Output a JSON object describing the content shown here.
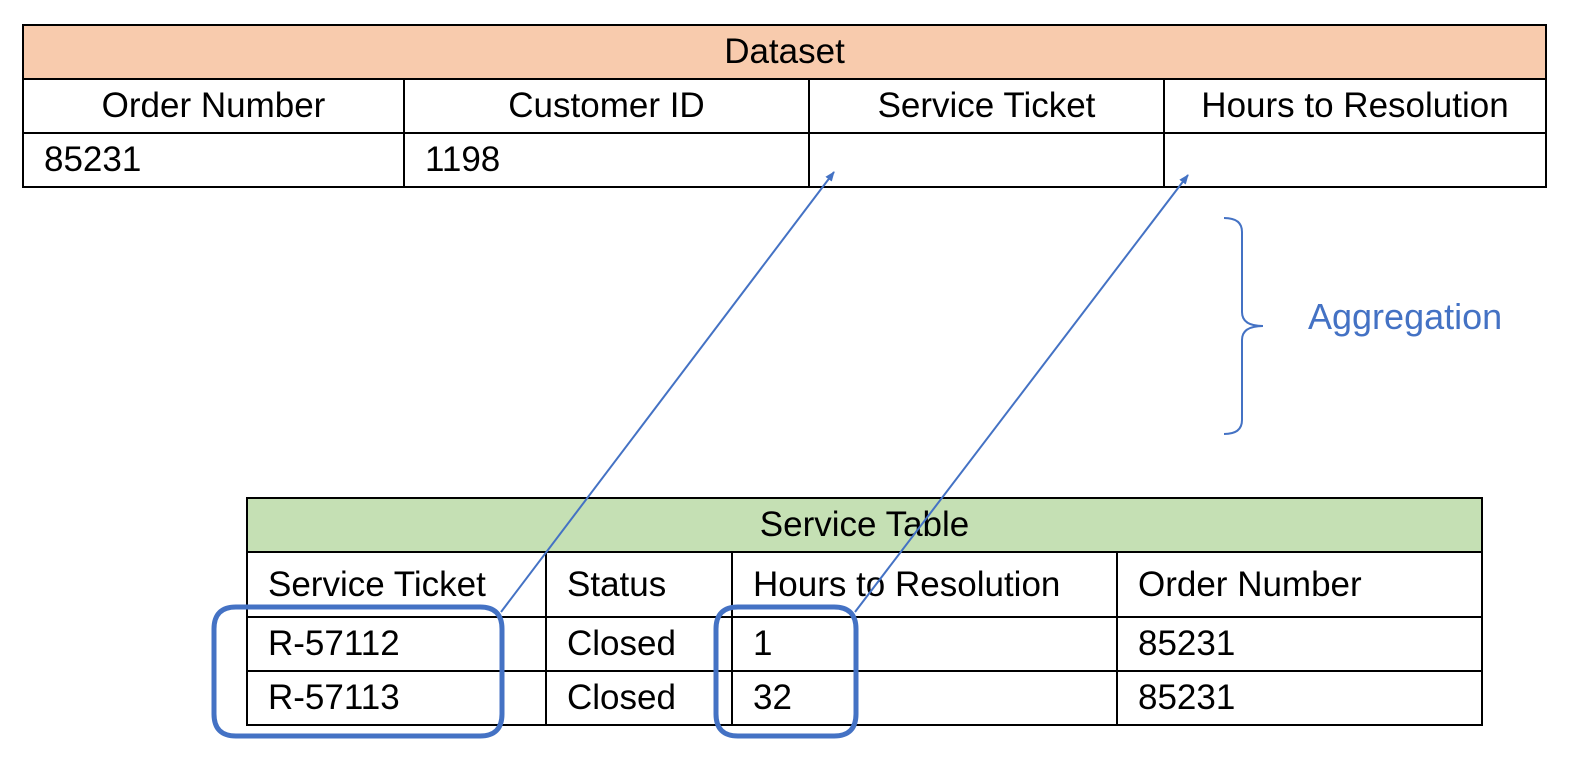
{
  "dataset": {
    "title": "Dataset",
    "headers": [
      "Order Number",
      "Customer ID",
      "Service Ticket",
      "Hours to Resolution"
    ],
    "row": [
      "85231",
      "1198",
      "",
      ""
    ]
  },
  "service_table": {
    "title": "Service Table",
    "headers": [
      "Service Ticket",
      "Status",
      "Hours to Resolution",
      "Order Number"
    ],
    "rows": [
      [
        "R-57112",
        "Closed",
        "1",
        "85231"
      ],
      [
        "R-57113",
        "Closed",
        "32",
        "85231"
      ]
    ]
  },
  "aggregation_label": "Aggregation",
  "colors": {
    "dataset_header": "#f8cbad",
    "service_header": "#c5e0b4",
    "annotation_blue": "#4472c4"
  }
}
